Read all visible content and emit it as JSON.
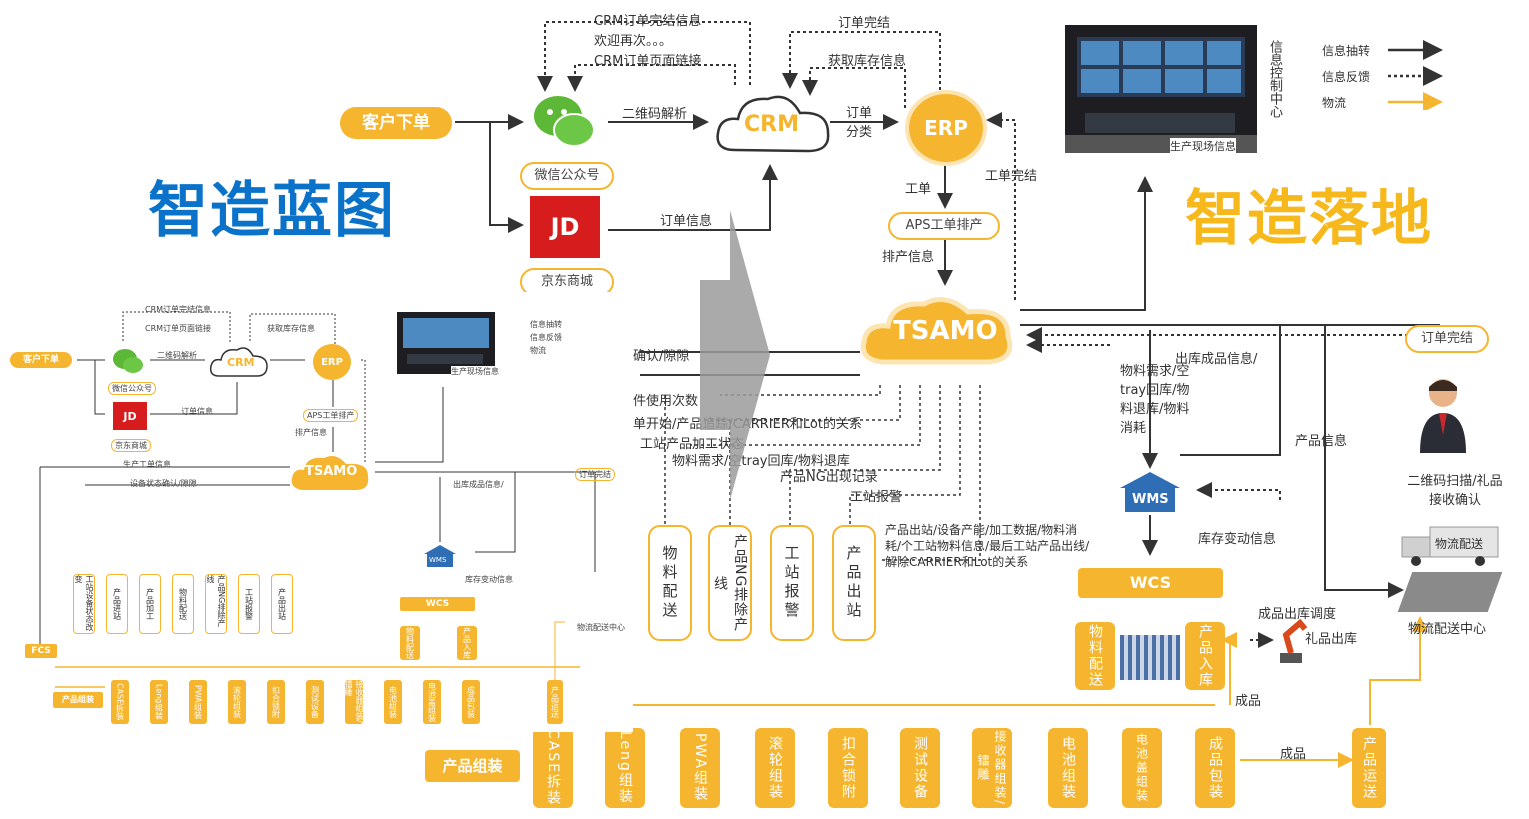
{
  "titles": {
    "left": "智造蓝图",
    "right": "智造落地"
  },
  "legend": {
    "info_flow": "信息抽转",
    "info_feedback": "信息反馈",
    "logistics": "物流"
  },
  "control_center": {
    "vertical_label": "信息控制中心",
    "caption": "生产现场信息"
  },
  "nodes": {
    "customer_order": "客户下单",
    "wechat": "微信公众号",
    "jd": "京东商城",
    "jd_logo": "JD",
    "crm": "CRM",
    "erp": "ERP",
    "aps": "APS工单排产",
    "tsamo": "TSAMO",
    "wms": "WMS",
    "wcs": "WCS",
    "fcs": "FCS",
    "order_done_box": "订单完结",
    "logistics_center": "物流配送中心",
    "truck": "物流配送",
    "qr_confirm": "二维码扫描/礼品接收确认"
  },
  "edge_labels": {
    "crm_done": "CRM订单完结信息",
    "welcome": "欢迎再次。。。",
    "crm_page": "CRM订单页面链接",
    "order_done_top": "订单完结",
    "get_stock": "获取库存信息",
    "qr_parse": "二维码解析",
    "order_info": "订单信息",
    "order_classify": "订单分类",
    "work_order": "工单",
    "work_done": "工单完结",
    "schedule_info": "排产信息",
    "outbound_info": "出库成品信息/",
    "product_info": "产品信息",
    "material_req": "物料需求/空tray回库/物料退库/物料消耗",
    "stock_change": "库存变动信息",
    "product_outbound": "成品出库调度",
    "gift_outbound": "礼品出库",
    "finished": "成品",
    "finished2": "成品",
    "confirm": "确认/隙隙",
    "parts_usage": "件使用次数",
    "single_open": "单开始/产品追踪/CARRIER和Lot的关系",
    "station_status": "工站产品加工状态",
    "material_tray": "物料需求/空tray回库/物料退库",
    "ng_record": "产品NG出现记录",
    "station_alarm": "工站报警",
    "product_feedback": "产品出站/设备产能/加工数据/物料消耗/个工站物料信息/最后工站产品出线/解除CARRIER和Lot的关系"
  },
  "modules": [
    "物料配送",
    "产品NG排除产线",
    "工站报警",
    "产品出站"
  ],
  "wcs_sub": {
    "material": "物料配送",
    "product_in": "产品入库"
  },
  "assembly": {
    "start": "产品组装",
    "steps": [
      "CASE拆装",
      "Leng组装",
      "PWA组装",
      "滚轮组装",
      "扣合锁附",
      "测试设备",
      "接收器组装/镭雕",
      "电池组装",
      "电池盖组装",
      "成品包装"
    ],
    "ship": "产品运送"
  },
  "mini": {
    "production_info": "生产工单信息",
    "device_status": "设备状态确认/隙隙",
    "left_modules": [
      "工站设备状态改变",
      "产品进站",
      "产品加工",
      "物料配送",
      "产品NG排除产线",
      "工站报警",
      "产品出站"
    ]
  },
  "colors": {
    "orange": "#f5b52e",
    "blue": "#0a73c9",
    "gold": "#f6b81b",
    "dark": "#333333"
  }
}
